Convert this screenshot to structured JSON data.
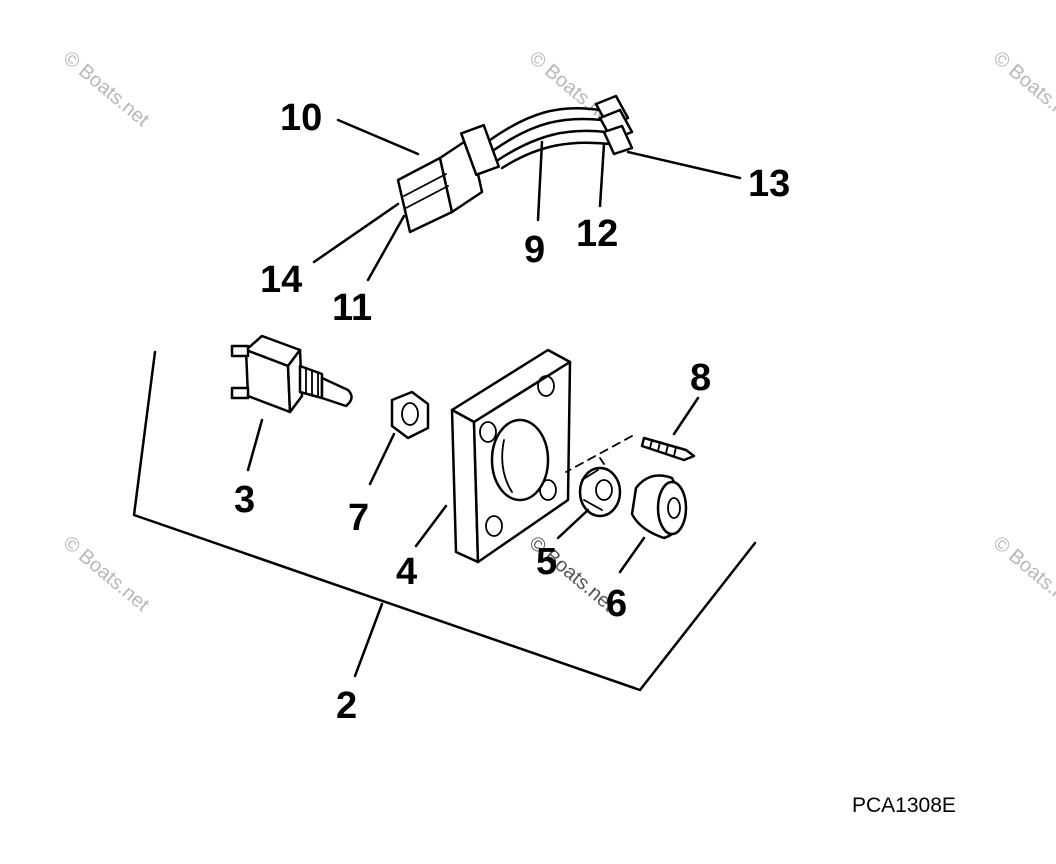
{
  "diagram": {
    "callouts": {
      "c2": "2",
      "c3": "3",
      "c4": "4",
      "c5": "5",
      "c6": "6",
      "c7": "7",
      "c8": "8",
      "c9": "9",
      "c10": "10",
      "c11": "11",
      "c12": "12",
      "c13": "13",
      "c14": "14"
    },
    "drawing_code": "PCA1308E",
    "watermark": "© Boats.net"
  }
}
